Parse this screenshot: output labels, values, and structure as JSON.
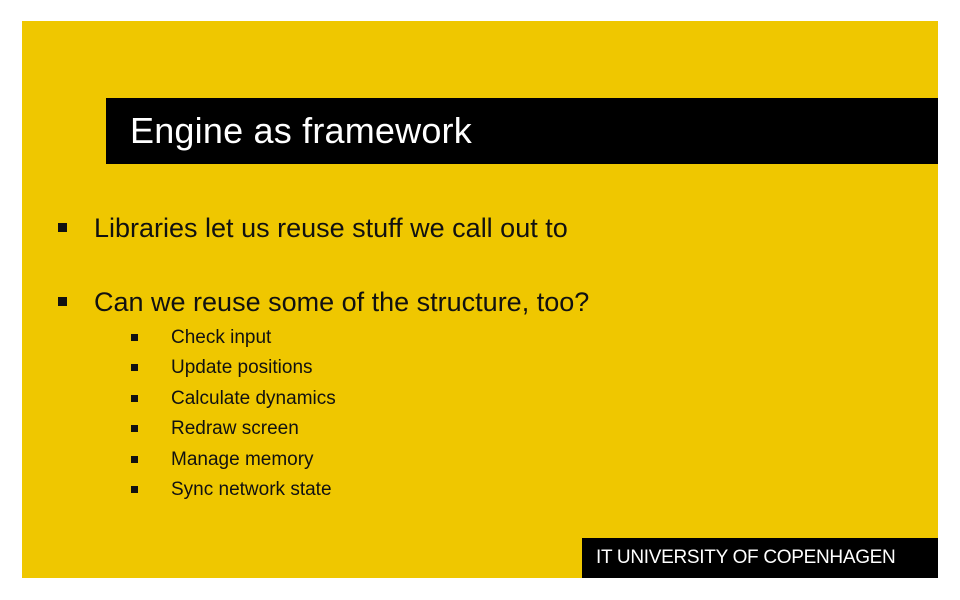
{
  "slide": {
    "title": "Engine as framework",
    "bullets": [
      {
        "text": "Libraries let us reuse stuff we call out to"
      },
      {
        "text": "Can we reuse some of the structure, too?",
        "sub_bullets": [
          "Check input",
          "Update positions",
          "Calculate dynamics",
          "Redraw screen",
          "Manage memory",
          "Sync network state"
        ]
      }
    ],
    "logo_text": "IT UNIVERSITY OF COPENHAGEN",
    "colors": {
      "background": "#efc700",
      "title_bar": "#000000",
      "title_text": "#ffffff",
      "body_text": "#111111"
    }
  }
}
